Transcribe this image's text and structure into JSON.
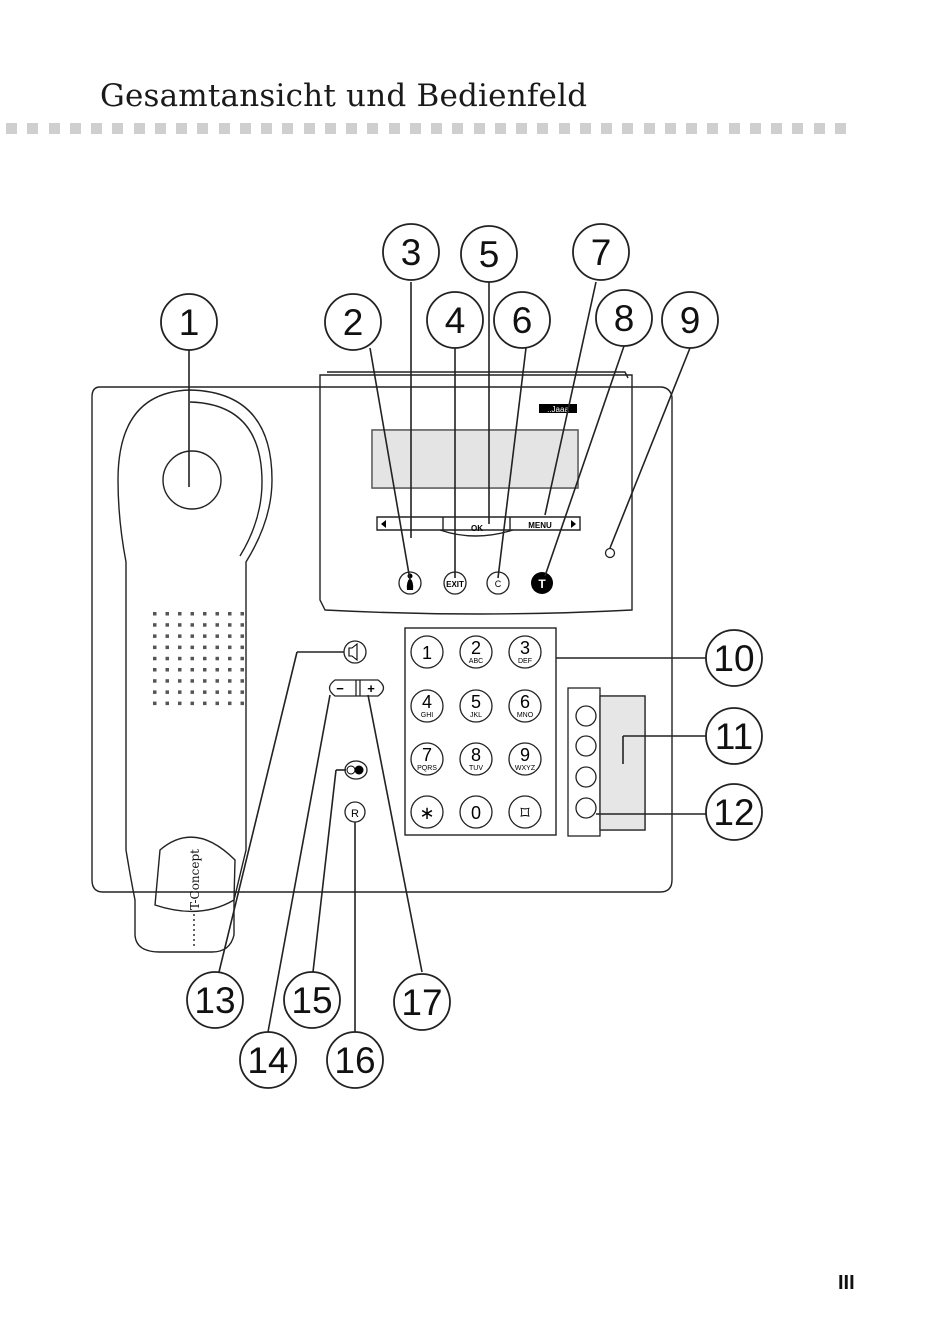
{
  "header": {
    "title": "Gesamtansicht und Bedienfeld"
  },
  "footer": {
    "page_number": "III"
  },
  "device": {
    "brand_label": "T-Concept",
    "display_tag": "..Jaaa",
    "softkeys": {
      "ok": "OK",
      "menu": "MENU"
    },
    "function_keys": {
      "exit": "EXIT",
      "clear": "C",
      "redial": "R",
      "volume_minus": "−",
      "volume_plus": "+"
    },
    "keypad": [
      {
        "digit": "1",
        "letters": ""
      },
      {
        "digit": "2",
        "letters": "ABC"
      },
      {
        "digit": "3",
        "letters": "DEF"
      },
      {
        "digit": "4",
        "letters": "GHI"
      },
      {
        "digit": "5",
        "letters": "JKL"
      },
      {
        "digit": "6",
        "letters": "MNO"
      },
      {
        "digit": "7",
        "letters": "PQRS"
      },
      {
        "digit": "8",
        "letters": "TUV"
      },
      {
        "digit": "9",
        "letters": "WXYZ"
      },
      {
        "digit": "∗",
        "letters": ""
      },
      {
        "digit": "0",
        "letters": ""
      },
      {
        "digit": "⌑",
        "letters": ""
      }
    ]
  },
  "callouts": [
    "1",
    "2",
    "3",
    "4",
    "5",
    "6",
    "7",
    "8",
    "9",
    "10",
    "11",
    "12",
    "13",
    "14",
    "15",
    "16",
    "17"
  ]
}
